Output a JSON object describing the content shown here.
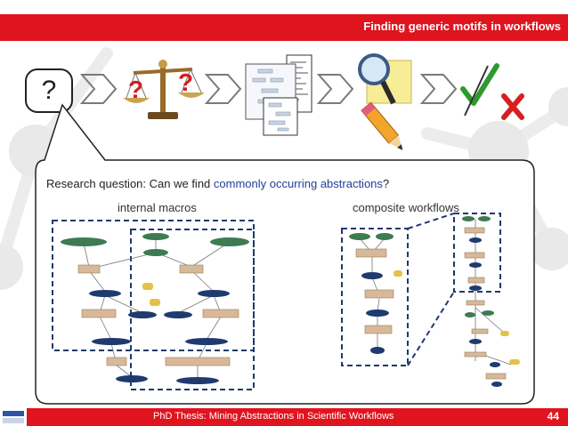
{
  "header": {
    "title": "Finding generic motifs in workflows"
  },
  "pipeline": {
    "question_mark": "?",
    "steps": [
      "question-box-icon",
      "scales-icon",
      "workflow-document-icon",
      "magnifier-pencil-icon",
      "check-cross-icon"
    ]
  },
  "callout": {
    "question_prefix": "Research question: Can we find ",
    "question_highlight": "commonly occurring abstractions",
    "question_suffix": "?",
    "label_internal": "internal macros",
    "label_composite": "composite workflows"
  },
  "colors": {
    "accent": "#e0141e",
    "highlight": "#1f3f9a",
    "node_green": "#3e7a52",
    "node_tan": "#d7b99a",
    "node_navy": "#1e3a6e",
    "node_yellow": "#e3c24a"
  },
  "footer": {
    "text": "PhD Thesis: Mining Abstractions in Scientific Workflows",
    "page": "44"
  }
}
